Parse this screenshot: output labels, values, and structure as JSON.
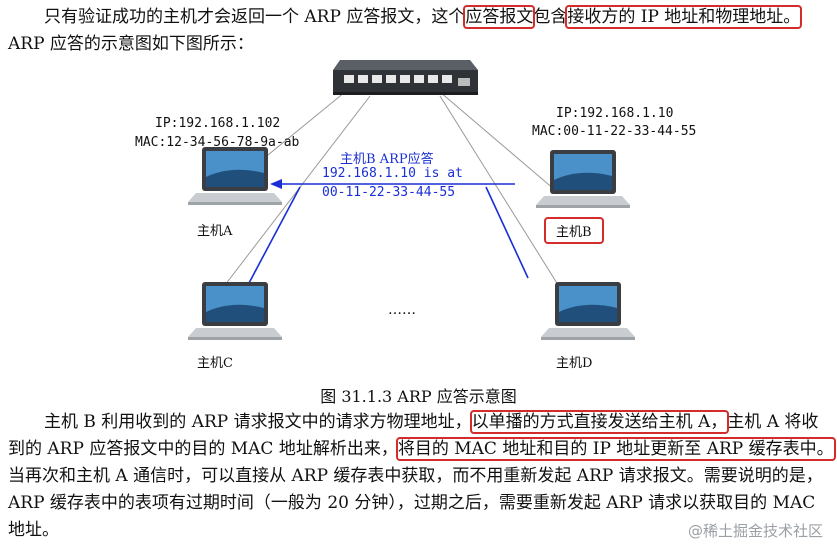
{
  "intro": {
    "line1_a": "只有验证成功的主机才会返回一个 ARP 应答报文，这个",
    "line1_hl1": "应答报文",
    "line1_b": "包含",
    "line1_hl2": "接收方的 IP 地址和物理地址。",
    "line2": "ARP 应答的示意图如下图所示："
  },
  "diagram": {
    "hostA": {
      "ip": "IP:192.168.1.102",
      "mac": "MAC:12-34-56-78-9a-ab",
      "label": "主机A"
    },
    "hostB": {
      "ip": "IP:192.168.1.10",
      "mac": "MAC:00-11-22-33-44-55",
      "label": "主机B"
    },
    "hostC": {
      "label": "主机C"
    },
    "hostD": {
      "label": "主机D"
    },
    "reply": {
      "title": "主机B ARP应答",
      "line1": "192.168.1.10 is at",
      "line2": "00-11-22-33-44-55"
    },
    "ellipsis": "……",
    "colors": {
      "line": "#1a2fd6",
      "highlight": "#d42b2b"
    }
  },
  "caption": "图  31.1.3 ARP 应答示意图",
  "body": {
    "l1_a": "主机 B 利用收到的 ARP 请求报文中的请求方物理地址，",
    "l1_hl": "以单播的方式直接发送给主机 A，",
    "l1_b": "主机 A 将收",
    "l2_a": "到的 ARP 应答报文中的目的 MAC 地址解析出来，",
    "l2_hl": "将目的 MAC 地址和目的 IP 地址更新至 ARP 缓存表中。",
    "l3": "当再次和主机 A 通信时，可以直接从 ARP 缓存表中获取，而不用重新发起 ARP 请求报文。需要说明的是，",
    "l4": "ARP 缓存表中的表项有过期时间（一般为 20 分钟），过期之后，需要重新发起 ARP 请求以获取目的 MAC",
    "l5": "地址。"
  },
  "watermark": "@稀土掘金技术社区"
}
